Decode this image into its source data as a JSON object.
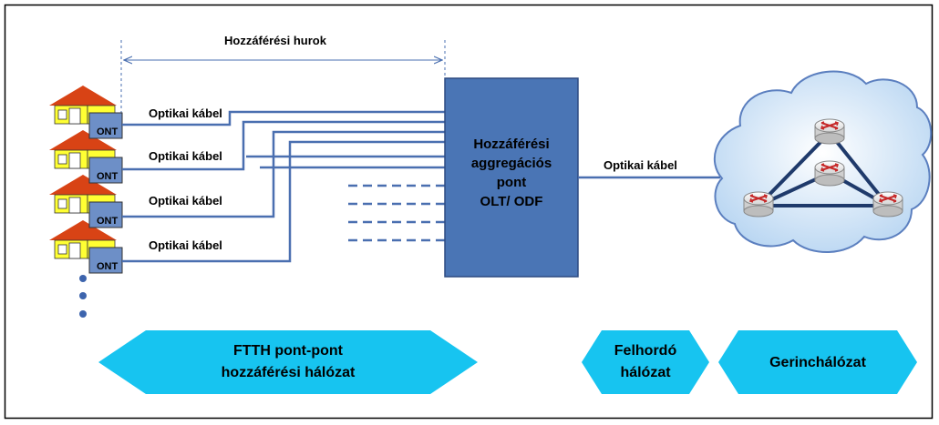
{
  "diagram": {
    "access_loop_label": "Hozzáférési hurok",
    "cable_label": "Optikai kábel",
    "ont_label": "ONT",
    "aggregation_point": {
      "line1": "Hozzáférési",
      "line2": "aggregációs",
      "line3": "pont",
      "line4": "OLT/ ODF"
    },
    "uplink_cable_label": "Optikai kábel",
    "segments": {
      "ftth_line1": "FTTH pont-pont",
      "ftth_line2": "hozzáférési hálózat",
      "backhaul_line1": "Felhordó",
      "backhaul_line2": "hálózat",
      "core": "Gerinchálózat"
    },
    "colors": {
      "roof": "#d84315",
      "house_body": "#ffff33",
      "ont_box": "#6d8fc7",
      "aggregation_box": "#4a75b5",
      "fiber": "#4a6fb0",
      "segment_fill": "#17c4f0",
      "cloud": "#cfe3f7",
      "dots": "#3d64ad"
    }
  }
}
